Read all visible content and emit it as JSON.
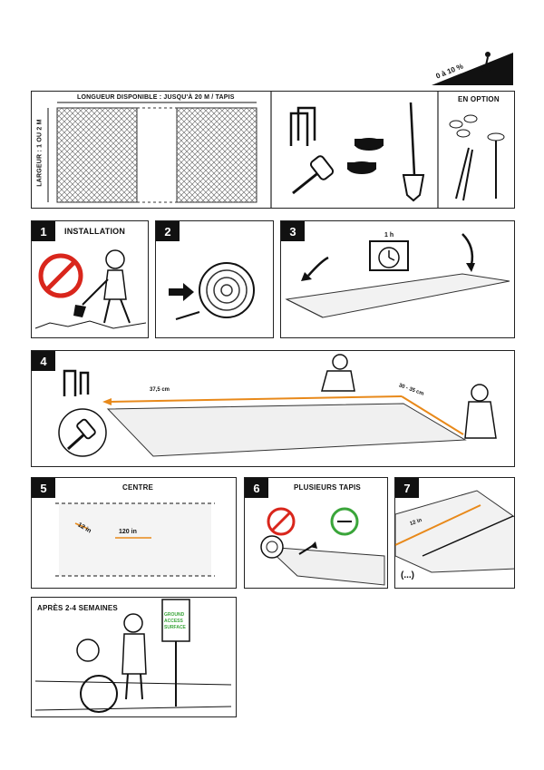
{
  "slope": {
    "label": "0 à 10 %"
  },
  "top": {
    "length_label": "LONGUEUR DISPONIBLE : JUSQU'À 20 M / TAPIS",
    "width_label": "LARGEUR : 1 OU 2 M",
    "option_label": "EN OPTION"
  },
  "step1": {
    "num": "1",
    "title": "INSTALLATION"
  },
  "step2": {
    "num": "2"
  },
  "step3": {
    "num": "3",
    "clock_label": "1 h"
  },
  "step4": {
    "num": "4",
    "spacing_label": "37,5 cm",
    "edge_label": "30 - 35 cm"
  },
  "step5": {
    "num": "5",
    "title": "CENTRE",
    "spacing_label": "120 in",
    "short_label": "12 in"
  },
  "step6": {
    "num": "6",
    "title": "PLUSIEURS TAPIS"
  },
  "step7": {
    "num": "7",
    "spacing_label": "12 in",
    "more_label": "(...)"
  },
  "after": {
    "title": "APRÈS 2-4 SEMAINES",
    "sign_line1": "GROUND",
    "sign_line2": "ACCESS",
    "sign_line3": "SURFACE"
  },
  "colors": {
    "accent": "#e8891a",
    "no": "#d9261c",
    "ok": "#3aa53a"
  }
}
